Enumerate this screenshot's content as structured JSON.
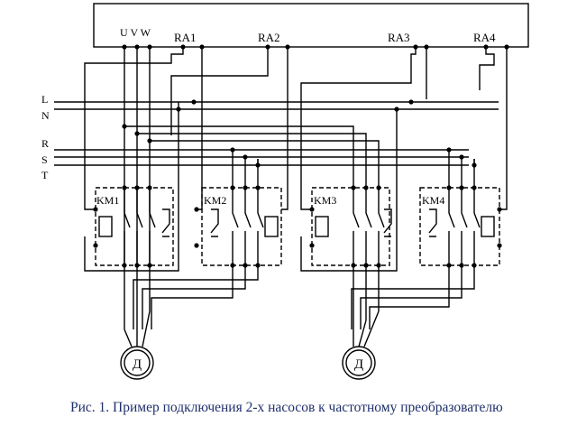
{
  "title_block": {
    "terminals": "U V W",
    "relay_outputs": [
      "RA1",
      "RA2",
      "RA3",
      "RA4"
    ]
  },
  "buses": {
    "single_phase": [
      "L",
      "N"
    ],
    "three_phase": [
      "R",
      "S",
      "T"
    ]
  },
  "contactors": [
    "KM1",
    "KM2",
    "KM3",
    "KM4"
  ],
  "motors": [
    "Д",
    "Д"
  ],
  "caption": "Рис. 1. Пример подключения 2-х насосов к частотному преобразователю"
}
